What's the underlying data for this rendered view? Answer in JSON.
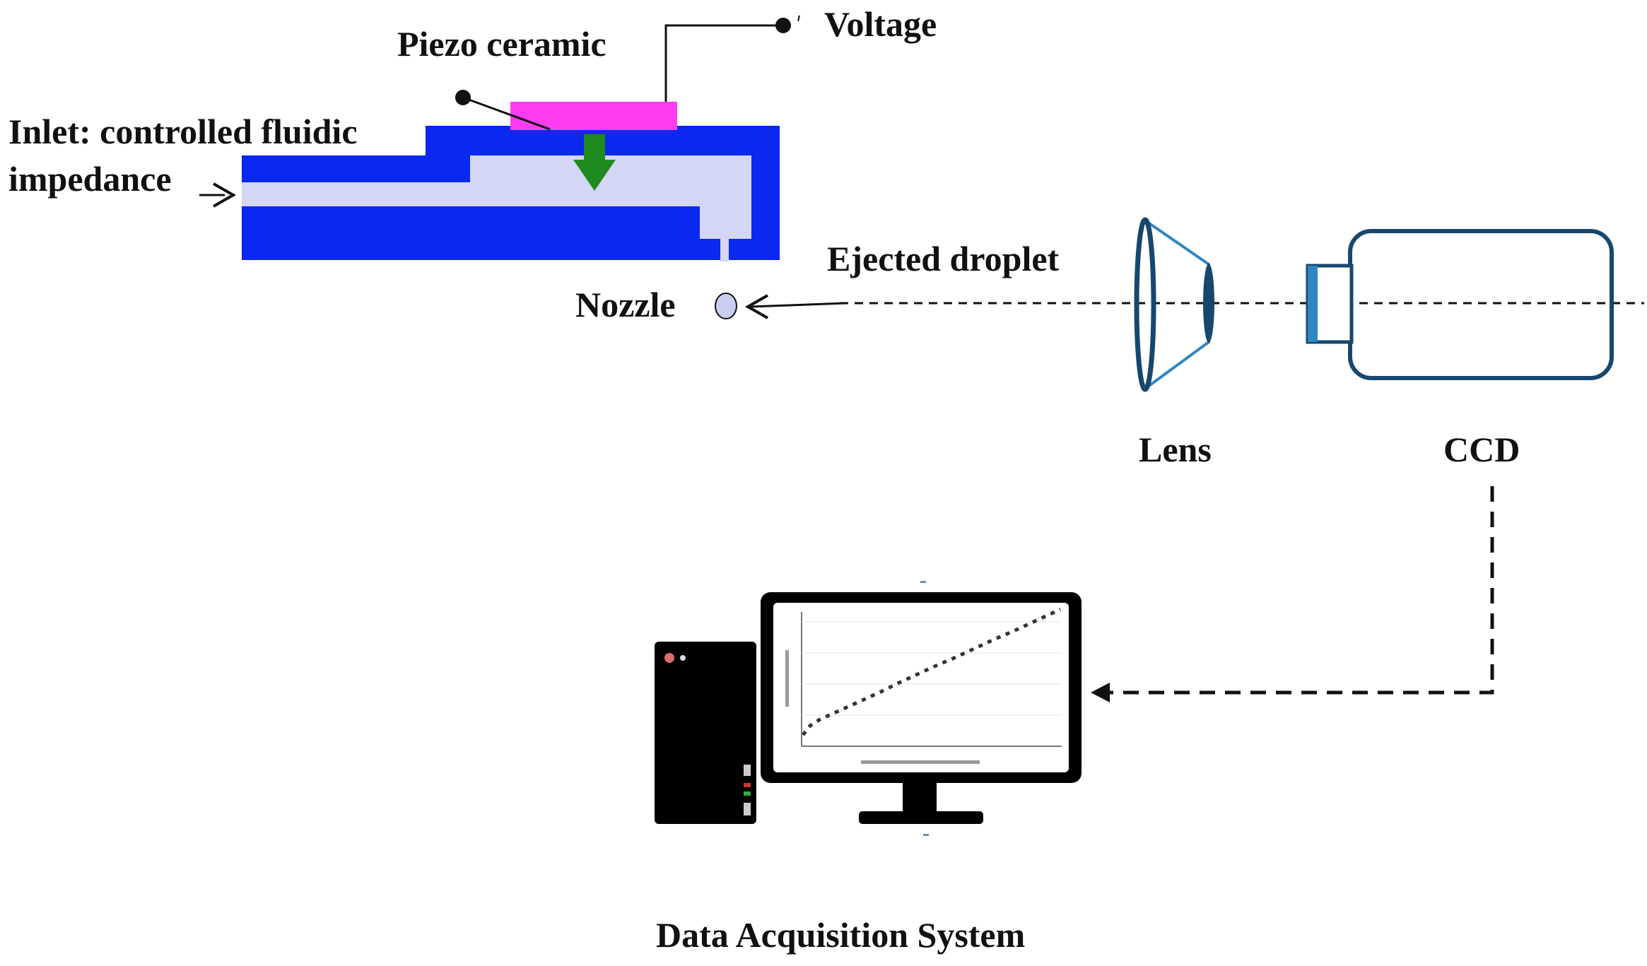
{
  "labels": {
    "voltage": "Voltage",
    "piezo": "Piezo ceramic",
    "inlet_line1": "Inlet: controlled fluidic",
    "inlet_line2": "impedance",
    "ejected_droplet": "Ejected droplet",
    "nozzle": "Nozzle",
    "lens": "Lens",
    "ccd": "CCD",
    "daq": "Data Acquisition System"
  },
  "colors": {
    "channel_body": "#0a28f0",
    "channel_fluid": "#d4d6f5",
    "piezo": "#ff3df0",
    "pressure_arrow": "#1f8a1f",
    "optics_outline": "#17476e",
    "optics_accent": "#2f86c0",
    "droplet_fill": "#c9cdf2",
    "computer": "#000000"
  },
  "icons": {
    "pressure_arrow": "down-arrow-icon",
    "droplet": "droplet-icon",
    "lens": "lens-icon",
    "ccd": "camera-icon",
    "computer": "desktop-computer-icon"
  }
}
